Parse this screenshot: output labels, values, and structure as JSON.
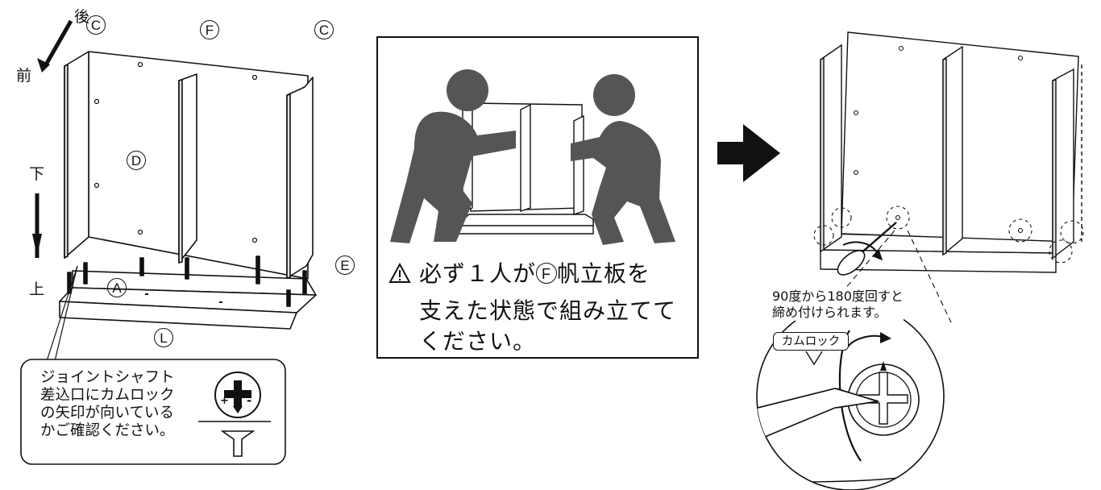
{
  "orientation": {
    "back": "後",
    "front": "前",
    "down": "下",
    "up": "上"
  },
  "part_labels": {
    "c_left": "C",
    "c_right": "C",
    "f": "F",
    "d": "D",
    "a": "A",
    "e": "E",
    "l": "L"
  },
  "note": {
    "lines": [
      "ジョイントシャフト",
      "差込口にカムロック",
      "の矢印が向いている",
      "かご確認ください。"
    ],
    "plus_sign": "+",
    "minus_sign": "-"
  },
  "warning_box": {
    "line1_prefix": "必ず１人が",
    "line1_circled": "F",
    "line1_suffix": "帆立板を",
    "line2": "支えた状態で組み立てて",
    "line3": "ください。"
  },
  "rotation_caption": {
    "line1": "90度から180度回すと",
    "line2": "締め付けられます。"
  },
  "camlock_label": "カムロック",
  "colors": {
    "line": "#111111",
    "figure_gray": "#555555",
    "arrow_black": "#111111"
  }
}
